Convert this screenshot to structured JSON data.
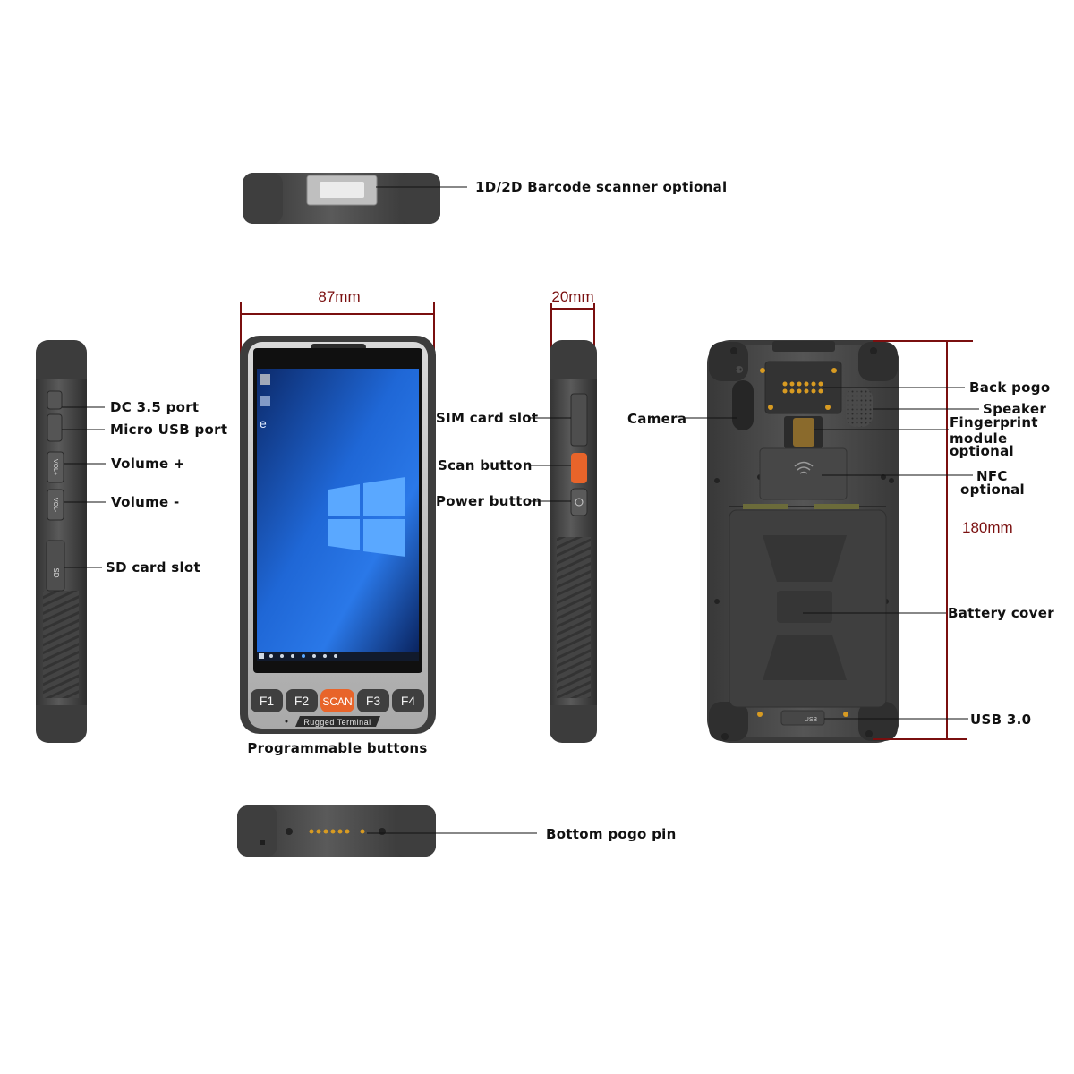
{
  "labels": {
    "barcode_scanner": "1D/2D Barcode scanner optional",
    "dc_port": "DC 3.5 port",
    "micro_usb": "Micro USB port",
    "volume_up": "Volume +",
    "volume_down": "Volume -",
    "sd_card": "SD card slot",
    "sim_card": "SIM card slot",
    "scan_button": "Scan button",
    "power_button": "Power button",
    "programmable_buttons": "Programmable buttons",
    "camera": "Camera",
    "back_pogo": "Back pogo",
    "speaker": "Speaker",
    "fingerprint_l1": "Fingerprint",
    "fingerprint_l2": "module",
    "fingerprint_l3": "optional",
    "nfc_l1": "NFC",
    "nfc_l2": "optional",
    "battery_cover": "Battery cover",
    "usb3": "USB 3.0",
    "bottom_pogo": "Bottom pogo pin"
  },
  "dimensions": {
    "width": "87mm",
    "depth": "20mm",
    "height": "180mm"
  },
  "keypad": {
    "f1": "F1",
    "f2": "F2",
    "scan": "SCAN",
    "f3": "F3",
    "f4": "F4",
    "brand": "Rugged Terminal"
  },
  "side_marks": {
    "sd": "SD",
    "vol_up": "VOL+",
    "vol_down": "VOL-",
    "usb": "USB"
  },
  "colors": {
    "body": "#4a4a4a",
    "accent": "#e8642a",
    "dimension": "#7a0f0f",
    "screen": "#1d5fc4"
  },
  "icons": {
    "windows_logo": "windows-logo-icon",
    "nfc": "nfc-icon",
    "fingerprint": "fingerprint-icon",
    "usb": "usb-icon"
  }
}
